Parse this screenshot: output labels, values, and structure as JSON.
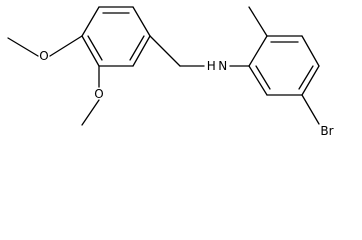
{
  "molecule": {
    "atom_labels": {
      "nitrogen": "H N",
      "bromine": "Br",
      "oxygen_left": "O",
      "oxygen_lower": "O"
    },
    "colors": {
      "bond": "#000000",
      "text": "#000000",
      "background": "#ffffff"
    }
  }
}
